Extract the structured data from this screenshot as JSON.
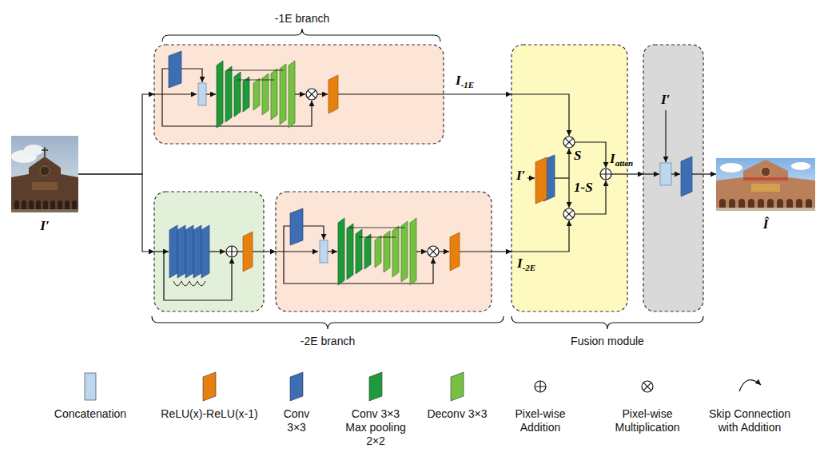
{
  "diagram": {
    "nodes": [
      {
        "text": [
          "I′"
        ]
      },
      {
        "text": []
      },
      {
        "text": []
      },
      {
        "text": []
      },
      {
        "text": [
          "I′",
          "S",
          "1-S"
        ]
      },
      {
        "text": [
          "I′"
        ]
      },
      {
        "text": [
          "Î"
        ]
      }
    ],
    "edges": [
      {
        "from": 0,
        "to": 1,
        "arrow": "to"
      },
      {
        "from": 0,
        "to": 2,
        "arrow": "to"
      },
      {
        "from": 2,
        "to": 3,
        "arrow": "to"
      },
      {
        "from": 1,
        "to": 4,
        "arrow": "to",
        "label": "I-1E"
      },
      {
        "from": 3,
        "to": 4,
        "arrow": "to",
        "label": "I-2E"
      },
      {
        "from": 4,
        "to": 5,
        "arrow": "to",
        "label": "Iatten"
      },
      {
        "from": 5,
        "to": 6,
        "arrow": "to"
      }
    ],
    "labels": [
      "-1E branch",
      "-2E branch",
      "Fusion module"
    ],
    "legend": [
      {
        "text": "Concatenation",
        "color": "#bdd7ee"
      },
      {
        "text": "ReLU(x)-ReLU(x-1)",
        "color": "#e8800f"
      },
      {
        "text": "Conv 3×3",
        "color": "#3d6eb3"
      },
      {
        "text": "Conv 3×3 Max pooling 2×2",
        "color": "#1e9a3a"
      },
      {
        "text": "Deconv 3×3",
        "color": "#76c043"
      },
      {
        "text": "Pixel-wise Addition"
      },
      {
        "text": "Pixel-wise Multiplication"
      },
      {
        "text": "Skip Connection with Addition"
      }
    ]
  }
}
